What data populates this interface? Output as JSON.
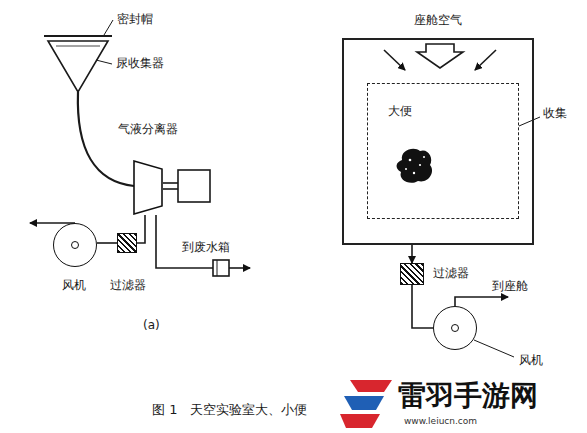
{
  "diagram": {
    "caption": "图 1　天空实验室大、小便",
    "nodes": [
      {
        "text": [
          "气液分离器"
        ]
      },
      {
        "text": [
          "过滤器"
        ]
      },
      {
        "text": [
          "风机"
        ]
      },
      {
        "text": [
          "座舱空气"
        ]
      },
      {
        "text": [
          "大便"
        ],
        "in": 3
      },
      {
        "text": [
          "过滤器"
        ]
      },
      {
        "text": [
          "风机"
        ]
      }
    ],
    "edges": [
      {
        "from": 0,
        "to": 1,
        "arrow": "none"
      },
      {
        "from": 1,
        "to": 2,
        "arrow": "none"
      },
      {
        "from": 3,
        "to": 5,
        "arrow": "to"
      },
      {
        "from": 5,
        "to": 6,
        "arrow": "none"
      }
    ],
    "labels": [
      "密封帽",
      "尿收集器",
      "到废水箱",
      "(a)",
      "收集",
      "到座舱",
      "雷羽手游网",
      "www.leiucn.com"
    ]
  }
}
